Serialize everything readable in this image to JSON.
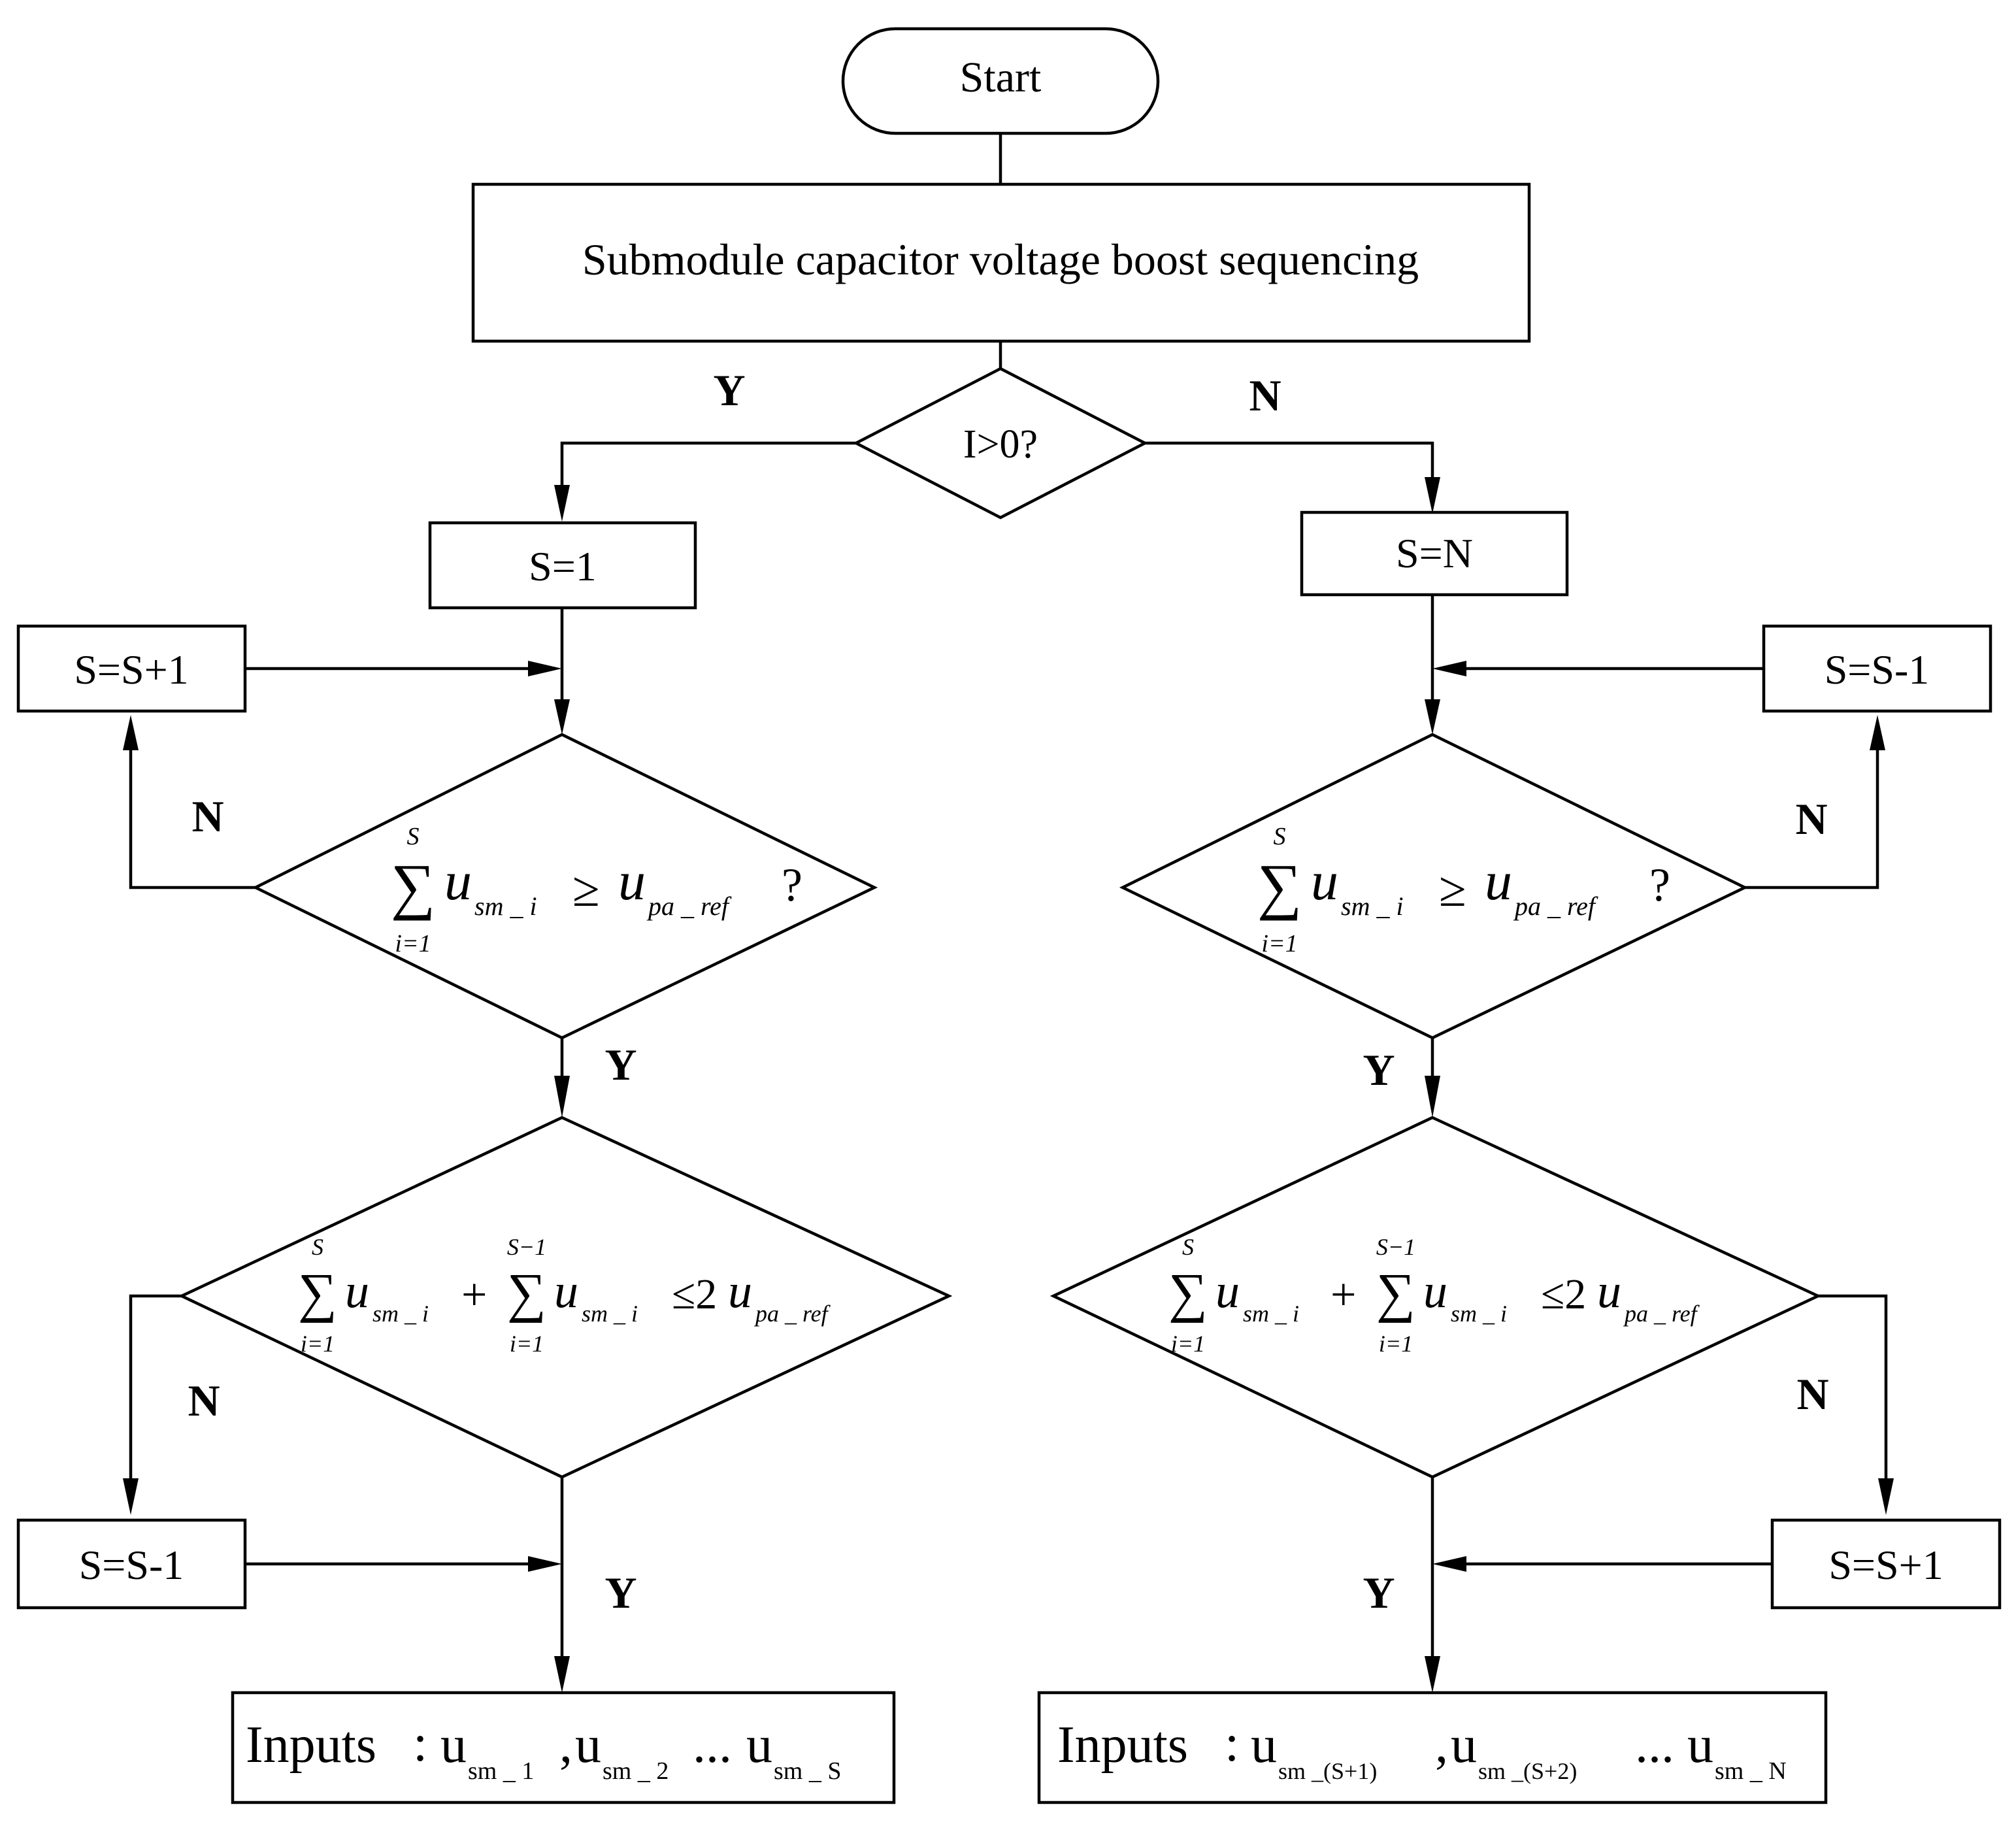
{
  "nodes": {
    "start": "Start",
    "sequencing": "Submodule capacitor voltage boost sequencing",
    "current_check": "I>0?",
    "left_init": "S=1",
    "right_init": "S=N",
    "left_increment": "S=S+1",
    "right_decrement": "S=S-1",
    "left_decrement": "S=S-1",
    "right_increment": "S=S+1"
  },
  "branch_labels": {
    "yes": "Y",
    "no": "N"
  },
  "conditions": {
    "sum_lower": "i=1",
    "sum_upper_s": "S",
    "sum_upper_s_minus_1": "S−1",
    "sum_symbol": "∑",
    "var_u": "u",
    "sub_sm_i": "sm _ i",
    "sub_pa_ref": "pa _ ref",
    "ge": "≥",
    "question": "?",
    "plus": "+",
    "le_two": "≤2"
  },
  "outputs": {
    "prefix": "Inputs",
    "colon": ":",
    "u": "u",
    "comma": ",",
    "ellipsis": "...",
    "left_subs": [
      "sm _ 1",
      "sm _ 2",
      "sm _ S"
    ],
    "right_subs": [
      "sm _(S+1)",
      "sm _(S+2)",
      "sm _ N"
    ]
  }
}
